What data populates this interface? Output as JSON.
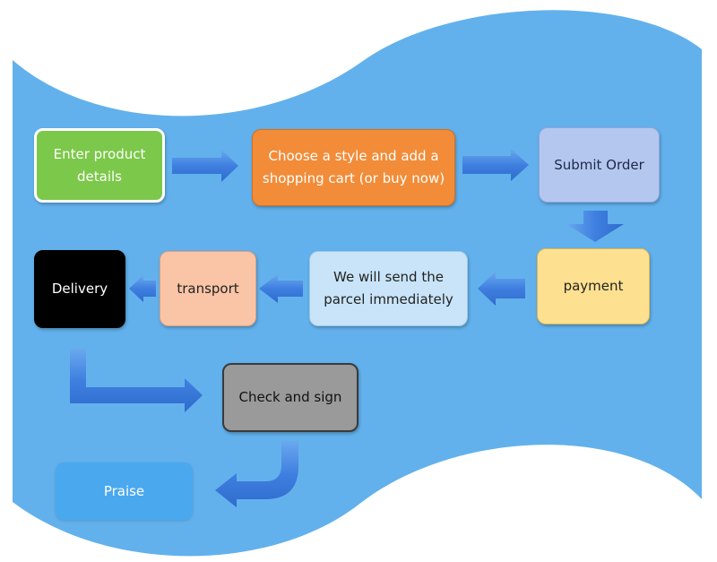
{
  "colors": {
    "background": "#62b1ec",
    "arrow": "#3f7fe0",
    "enter_product": "#7cc84a",
    "choose_style": "#f28c38",
    "submit_order": "#b4c7ef",
    "payment": "#fde190",
    "send_parcel": "#c9e4f8",
    "transport": "#f9c5a6",
    "delivery": "#000000",
    "check_sign": "#9a9a9a",
    "praise": "#4aa8ef"
  },
  "steps": {
    "enter_product": "Enter product details",
    "choose_style": "Choose a style and add a shopping cart (or buy now)",
    "submit_order": "Submit Order",
    "payment": "payment",
    "send_parcel": "We will send the parcel immediately",
    "transport": "transport",
    "delivery": "Delivery",
    "check_sign": "Check and sign",
    "praise": "Praise"
  }
}
